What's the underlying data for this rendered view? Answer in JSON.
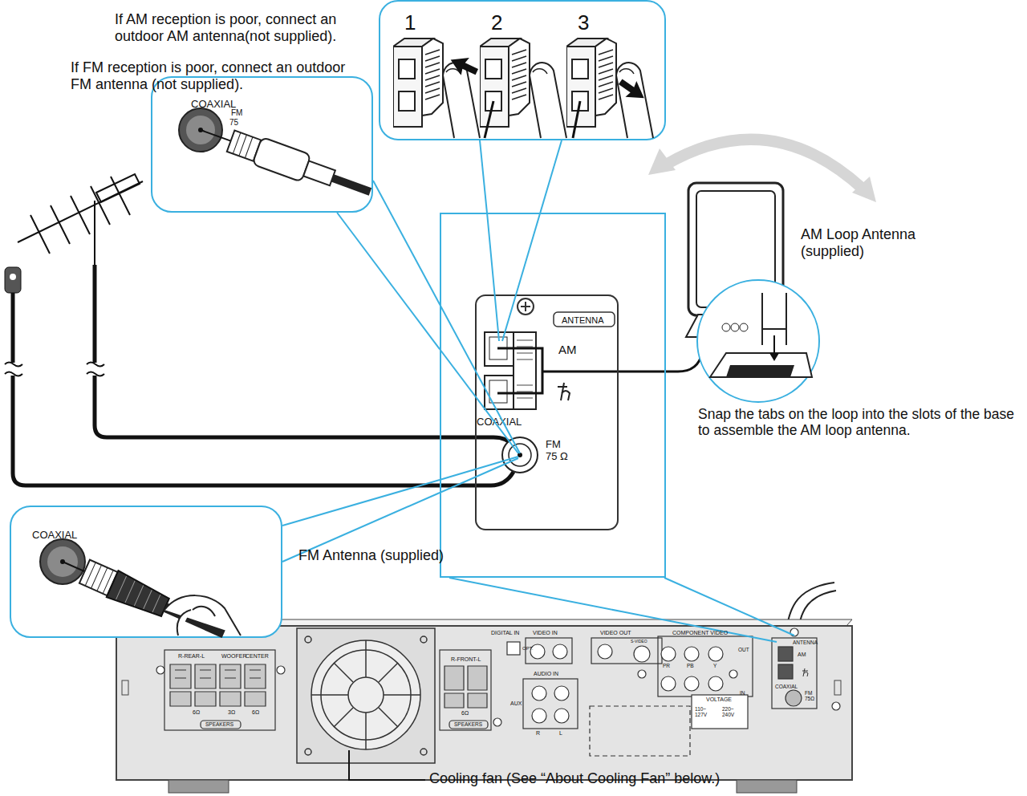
{
  "diagram": {
    "nodes": [
      {
        "text": [
          "1",
          "2",
          "3"
        ]
      },
      {
        "text": [
          "COAXIAL",
          "FM",
          "75"
        ]
      },
      {
        "text": [
          "ANTENNA",
          "AM",
          "COAXIAL",
          "FM 75 Ω"
        ]
      },
      {
        "text": [
          "COAXIAL"
        ]
      }
    ],
    "edges": [
      {
        "from": 2,
        "to": 0,
        "arrow": "none"
      },
      {
        "from": 2,
        "to": 1,
        "arrow": "none"
      },
      {
        "from": 2,
        "to": 3,
        "arrow": "none"
      }
    ],
    "labels": [
      "If AM reception is poor, connect an outdoor AM antenna(not supplied).",
      "If FM reception is poor, connect an outdoor FM antenna (not supplied).",
      "AM Loop Antenna (supplied)",
      "Snap the tabs on the loop into the slots of the base to assemble the AM loop antenna.",
      "FM Antenna (supplied)",
      "Cooling fan (See “About Cooling Fan” below.)",
      "R-REAR-L",
      "WOOFER",
      "CENTER",
      "6Ω",
      "3Ω",
      "6Ω",
      "SPEAKERS",
      "R-FRONT-L",
      "6Ω",
      "SPEAKERS",
      "DIGITAL IN",
      "OPT.",
      "VIDEO IN",
      "VIDEO OUT",
      "S-VIDEO",
      "AUDIO IN",
      "AUX",
      "R",
      "L",
      "COMPONENT VIDEO",
      "PR",
      "PB",
      "Y",
      "OUT",
      "IN",
      "VOLTAGE",
      "110~ 127V",
      "220~ 240V",
      "ANTENNA",
      "AM",
      "COAXIAL",
      "FM 75Ω"
    ]
  }
}
